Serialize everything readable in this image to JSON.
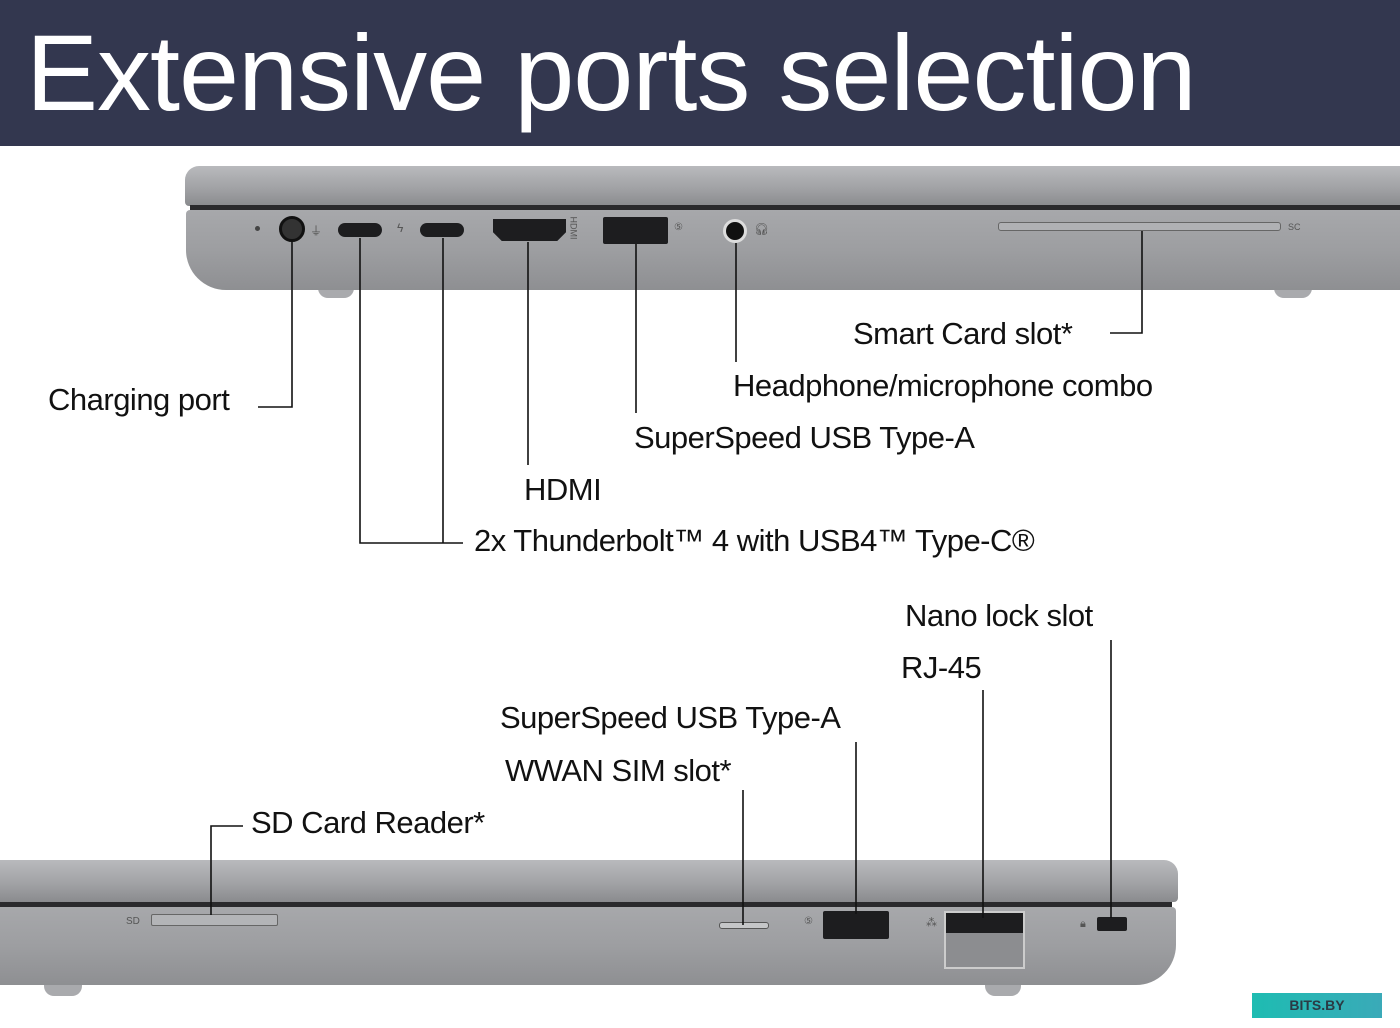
{
  "header": {
    "title": "Extensive ports selection"
  },
  "top_side": {
    "labels": {
      "charging": "Charging port",
      "thunderbolt": "2x Thunderbolt™ 4 with USB4™ Type-C®",
      "hdmi": "HDMI",
      "usb_a": "SuperSpeed USB Type-A",
      "headphone": "Headphone/microphone combo",
      "smart_card": "Smart Card slot*"
    },
    "engravings": {
      "hdmi": "HDMI",
      "smart_card": "SC"
    }
  },
  "bottom_side": {
    "labels": {
      "nano_lock": "Nano lock slot",
      "rj45": "RJ-45",
      "usb_a": "SuperSpeed USB Type-A",
      "sim": "WWAN SIM slot*",
      "sd": "SD Card Reader*"
    },
    "engravings": {
      "sd": "SD"
    }
  },
  "watermark": "BITS.BY"
}
